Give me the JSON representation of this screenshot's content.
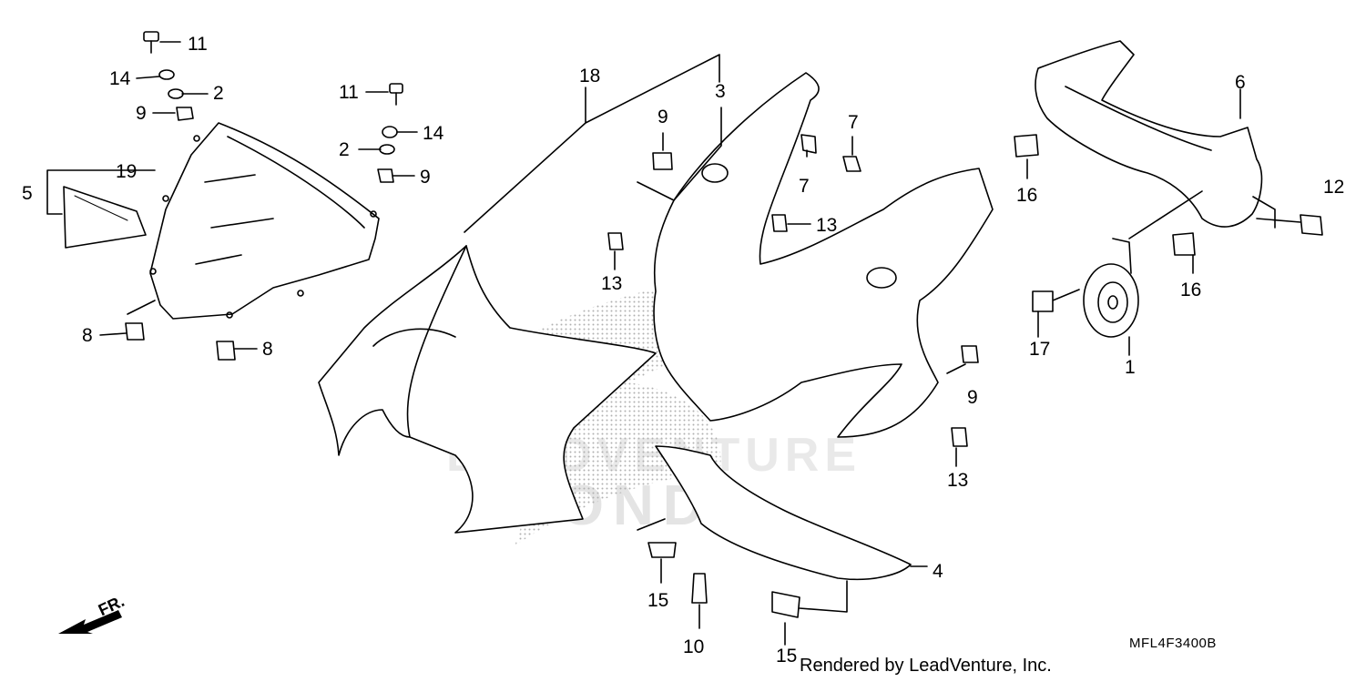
{
  "diagram": {
    "watermark_top": "LEADVENTURE",
    "watermark_bottom": "HONDA",
    "direction_label": "FR.",
    "drawing_code": "MFL4F3400B",
    "credit": "Rendered by LeadVenture, Inc.",
    "labels": {
      "l1": "1",
      "l2a": "2",
      "l2b": "2",
      "l3": "3",
      "l4": "4",
      "l5": "5",
      "l6": "6",
      "l7a": "7",
      "l7b": "7",
      "l8a": "8",
      "l8b": "8",
      "l9a": "9",
      "l9b": "9",
      "l9c": "9",
      "l9d": "9",
      "l10": "10",
      "l11a": "11",
      "l11b": "11",
      "l12": "12",
      "l13a": "13",
      "l13b": "13",
      "l13c": "13",
      "l14a": "14",
      "l14b": "14",
      "l15a": "15",
      "l15b": "15",
      "l16a": "16",
      "l16b": "16",
      "l17": "17",
      "l18": "18",
      "l19": "19"
    }
  }
}
